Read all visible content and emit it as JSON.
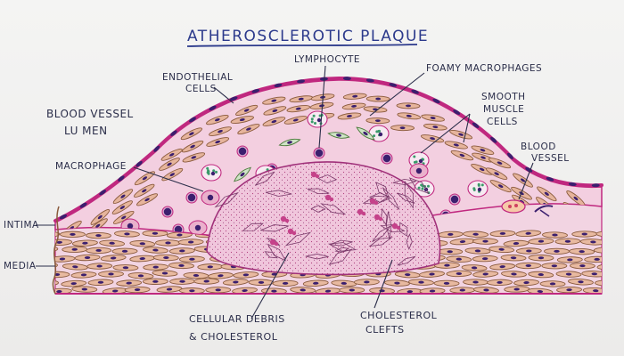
{
  "title": "ATHEROSCLEROTIC PLAQUE",
  "labels": {
    "endothelial_cells": [
      "ENDOTHELIAL",
      "CELLS"
    ],
    "lymphocyte": "LYMPHOCYTE",
    "foamy_macrophages": "FOAMY MACROPHAGES",
    "blood_vessel_lumen": [
      "BLOOD VESSEL",
      "LU MEN"
    ],
    "smooth_muscle_cells": [
      "SMOOTH",
      "MUSCLE",
      "CELLS"
    ],
    "macrophage": "MACROPHAGE",
    "blood_vessel": [
      "BLOOD",
      "VESSEL"
    ],
    "intima": "INTIMA",
    "media": "MEDIA",
    "cellular_debris": [
      "CELLULAR DEBRIS",
      "& CHOLESTEROL"
    ],
    "cholesterol_clefts": [
      "CHOLESTEROL",
      "CLEFTS"
    ]
  },
  "colors": {
    "ink": "#2b2e4a",
    "title_ink": "#2c3a8c",
    "magenta": "#c0287f",
    "pink_fill": "#efc3d8",
    "core_fill": "#f2cce0",
    "muscle_brown": "#8a5a3c",
    "nucleus": "#3b1f6e",
    "foamy_green": "#3a9a6a"
  }
}
